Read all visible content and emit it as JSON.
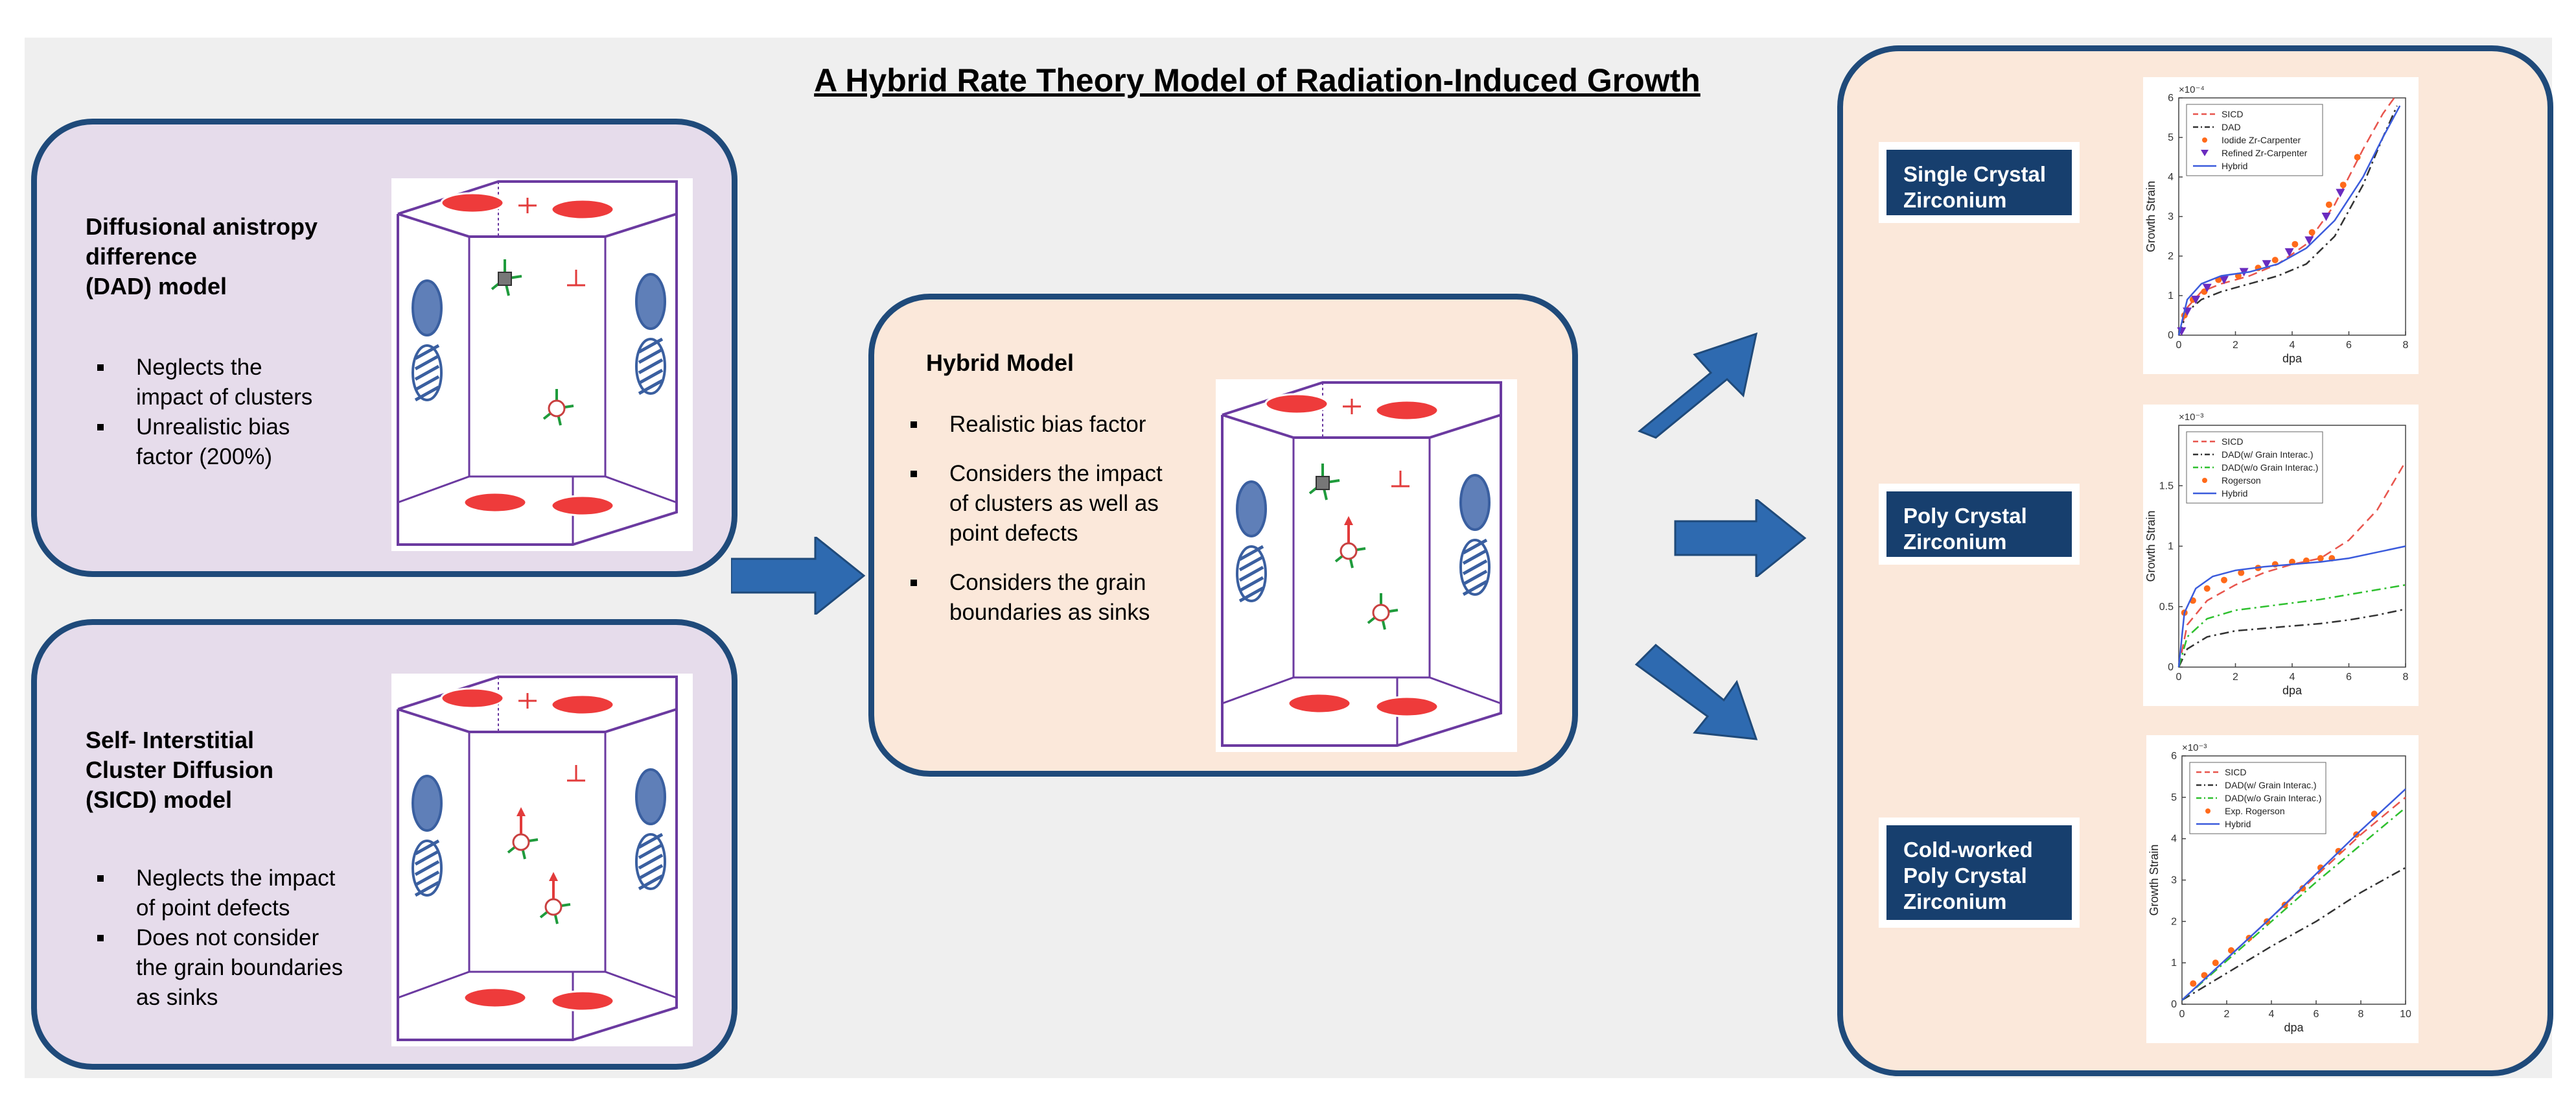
{
  "title": "A Hybrid Rate Theory Model of Radiation-Induced Growth",
  "dad": {
    "title_lines": [
      "Diffusional anistropy",
      "difference",
      "(DAD) model"
    ],
    "bullets": [
      [
        "Neglects the",
        "impact of clusters"
      ],
      [
        "Unrealistic bias",
        "factor (200%)"
      ]
    ]
  },
  "sicd": {
    "title_lines": [
      "Self- Interstitial",
      "Cluster Diffusion",
      "(SICD) model"
    ],
    "bullets": [
      [
        "Neglects the impact",
        "of point defects"
      ],
      [
        "Does not consider",
        "the grain boundaries",
        "as sinks"
      ]
    ]
  },
  "hybrid": {
    "title": "Hybrid Model",
    "bullets": [
      [
        "Realistic bias factor"
      ],
      [
        "Considers the impact",
        "of clusters as well as",
        "point defects"
      ],
      [
        "Considers the grain",
        "boundaries as sinks"
      ]
    ]
  },
  "results": {
    "labels": [
      [
        "Single Crystal",
        "Zirconium"
      ],
      [
        "Poly Crystal",
        "Zirconium"
      ],
      [
        "Cold-worked",
        "Poly Crystal",
        "Zirconium"
      ]
    ]
  },
  "colors": {
    "border": "#1f4a7a",
    "purple_fill": "#e6dceb",
    "peach_fill": "#fbe8da",
    "arrow": "#2e6ab0",
    "label_fill": "#173f6e",
    "sicd": "#e8554d",
    "dad": "#333333",
    "dad_wo": "#2fc02f",
    "hybrid": "#3b5bdc",
    "exp_orange": "#ff6a1a",
    "exp_purple": "#6a2bbf"
  },
  "chart_data": [
    {
      "type": "line",
      "xlabel": "dpa",
      "ylabel": "Growth Strain",
      "exponent": "×10⁻⁴",
      "xlim": [
        0,
        8
      ],
      "ylim": [
        0,
        6
      ],
      "xticks": [
        "0",
        "2",
        "4",
        "6",
        "8"
      ],
      "yticks": [
        "0",
        "1",
        "2",
        "3",
        "4",
        "5",
        "6"
      ],
      "legend_position": "top-left",
      "series": [
        {
          "name": "SICD",
          "style": "dashed",
          "color": "#e8554d",
          "x": [
            0,
            0.3,
            0.8,
            1.5,
            2.5,
            3.5,
            4.5,
            5.5,
            6.5,
            7.2,
            7.6
          ],
          "y": [
            0,
            0.7,
            1.1,
            1.3,
            1.5,
            1.8,
            2.3,
            3.3,
            4.7,
            5.6,
            6.0
          ]
        },
        {
          "name": "DAD",
          "style": "dashdot",
          "color": "#333333",
          "x": [
            0,
            0.3,
            0.8,
            1.5,
            2.5,
            3.5,
            4.5,
            5.5,
            6.5,
            7.2,
            7.7
          ],
          "y": [
            0,
            0.6,
            0.9,
            1.1,
            1.3,
            1.5,
            1.8,
            2.5,
            3.8,
            5.0,
            5.8
          ]
        },
        {
          "name": "Iodide Zr-Carpenter",
          "style": "markers-dot",
          "color": "#ff6a1a",
          "x": [
            0.2,
            0.5,
            0.9,
            1.4,
            2.1,
            2.8,
            3.4,
            4.1,
            4.7,
            5.3,
            5.8,
            6.3
          ],
          "y": [
            0.5,
            0.9,
            1.1,
            1.4,
            1.5,
            1.7,
            1.9,
            2.3,
            2.6,
            3.3,
            3.8,
            4.5
          ]
        },
        {
          "name": "Refined Zr-Carpenter",
          "style": "markers-triangle",
          "color": "#6a2bbf",
          "x": [
            0.1,
            0.3,
            0.6,
            1.0,
            1.6,
            2.3,
            3.1,
            3.9,
            4.6,
            5.2,
            5.7
          ],
          "y": [
            0.1,
            0.6,
            0.9,
            1.2,
            1.4,
            1.6,
            1.8,
            2.1,
            2.4,
            3.0,
            3.6
          ]
        },
        {
          "name": "Hybrid",
          "style": "solid",
          "color": "#3b5bdc",
          "x": [
            0,
            0.3,
            0.8,
            1.5,
            2.5,
            3.5,
            4.5,
            5.5,
            6.5,
            7.2,
            7.8
          ],
          "y": [
            0,
            0.9,
            1.3,
            1.5,
            1.6,
            1.8,
            2.2,
            2.9,
            4.0,
            5.0,
            5.8
          ]
        }
      ]
    },
    {
      "type": "line",
      "xlabel": "dpa",
      "ylabel": "Growth Strain",
      "exponent": "×10⁻³",
      "xlim": [
        0,
        8
      ],
      "ylim": [
        0,
        2
      ],
      "xticks": [
        "0",
        "2",
        "4",
        "6",
        "8"
      ],
      "yticks": [
        "0",
        "0.5",
        "1",
        "1.5"
      ],
      "legend_position": "top-left",
      "series": [
        {
          "name": "SICD",
          "style": "dashed",
          "color": "#e8554d",
          "x": [
            0,
            0.3,
            1,
            2,
            3,
            4,
            5,
            6,
            7,
            8
          ],
          "y": [
            0,
            0.35,
            0.55,
            0.68,
            0.78,
            0.85,
            0.9,
            1.05,
            1.3,
            1.7
          ]
        },
        {
          "name": "DAD(w/ Grain Interac.)",
          "style": "dashdot",
          "color": "#333333",
          "x": [
            0,
            0.3,
            1,
            2,
            3,
            4,
            5,
            6,
            7,
            8
          ],
          "y": [
            0,
            0.15,
            0.25,
            0.3,
            0.32,
            0.34,
            0.36,
            0.39,
            0.43,
            0.48
          ]
        },
        {
          "name": "DAD(w/o Grain Interac.)",
          "style": "dashdot",
          "color": "#2fc02f",
          "x": [
            0,
            0.3,
            1,
            2,
            3,
            4,
            5,
            6,
            7,
            8
          ],
          "y": [
            0,
            0.25,
            0.4,
            0.47,
            0.5,
            0.53,
            0.56,
            0.6,
            0.64,
            0.68
          ]
        },
        {
          "name": "Rogerson",
          "style": "markers-dot",
          "color": "#ff6a1a",
          "x": [
            0.2,
            0.5,
            1.0,
            1.6,
            2.2,
            2.8,
            3.4,
            4.0,
            4.5,
            5.0,
            5.4
          ],
          "y": [
            0.45,
            0.55,
            0.65,
            0.72,
            0.78,
            0.82,
            0.85,
            0.87,
            0.88,
            0.9,
            0.9
          ]
        },
        {
          "name": "Hybrid",
          "style": "solid",
          "color": "#3b5bdc",
          "x": [
            0,
            0.2,
            0.6,
            1.2,
            2,
            3,
            4,
            5,
            6,
            7,
            8
          ],
          "y": [
            0,
            0.45,
            0.65,
            0.75,
            0.8,
            0.83,
            0.85,
            0.87,
            0.9,
            0.95,
            1.0
          ]
        }
      ]
    },
    {
      "type": "line",
      "xlabel": "dpa",
      "ylabel": "Growth Strain",
      "exponent": "×10⁻³",
      "xlim": [
        0,
        10
      ],
      "ylim": [
        0,
        6
      ],
      "xticks": [
        "0",
        "2",
        "4",
        "6",
        "8",
        "10"
      ],
      "yticks": [
        "0",
        "1",
        "2",
        "3",
        "4",
        "5",
        "6"
      ],
      "legend_position": "top-left",
      "series": [
        {
          "name": "SICD",
          "style": "dashed",
          "color": "#e8554d",
          "x": [
            0,
            2,
            4,
            6,
            8,
            10
          ],
          "y": [
            0.1,
            1.1,
            2.1,
            3.1,
            4.1,
            5.0
          ]
        },
        {
          "name": "DAD(w/ Grain Interac.)",
          "style": "dashdot",
          "color": "#333333",
          "x": [
            0,
            2,
            4,
            6,
            8,
            10
          ],
          "y": [
            0.1,
            0.75,
            1.4,
            2.0,
            2.7,
            3.3
          ]
        },
        {
          "name": "DAD(w/o Grain Interac.)",
          "style": "dashdot",
          "color": "#2fc02f",
          "x": [
            0,
            2,
            4,
            6,
            8,
            10
          ],
          "y": [
            0.1,
            1.05,
            2.0,
            2.95,
            3.85,
            4.75
          ]
        },
        {
          "name": "Exp. Rogerson",
          "style": "markers-dot",
          "color": "#ff6a1a",
          "x": [
            0.5,
            1.0,
            1.5,
            2.2,
            3.0,
            3.8,
            4.6,
            5.4,
            6.2,
            7.0,
            7.8,
            8.6
          ],
          "y": [
            0.5,
            0.7,
            1.0,
            1.3,
            1.6,
            2.0,
            2.4,
            2.8,
            3.3,
            3.7,
            4.1,
            4.6
          ]
        },
        {
          "name": "Hybrid",
          "style": "solid",
          "color": "#3b5bdc",
          "x": [
            0,
            2,
            4,
            6,
            8,
            10
          ],
          "y": [
            0.1,
            1.1,
            2.1,
            3.15,
            4.2,
            5.2
          ]
        }
      ]
    }
  ]
}
